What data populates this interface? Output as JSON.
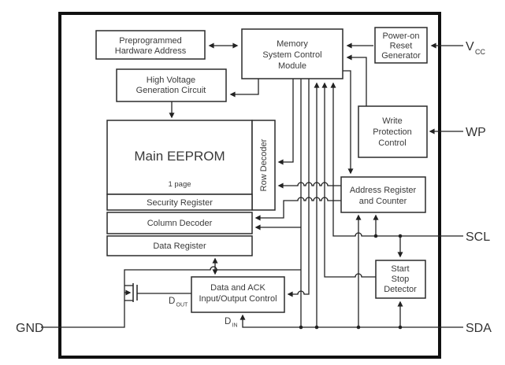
{
  "diagram": {
    "kind": "eeprom-functional-block-diagram",
    "colors": {
      "background": "#ffffff",
      "line": "#222222",
      "text": "#3a3a3a"
    },
    "blocks": {
      "pha": {
        "line1": "Preprogrammed",
        "line2": "Hardware Address"
      },
      "mscm": {
        "line1": "Memory",
        "line2": "System Control",
        "line3": "Module"
      },
      "prg": {
        "line1": "Power-on",
        "line2": "Reset",
        "line3": "Generator"
      },
      "hvgc": {
        "line1": "High Voltage",
        "line2": "Generation Circuit"
      },
      "wpc": {
        "line1": "Write",
        "line2": "Protection",
        "line3": "Control"
      },
      "arc": {
        "line1": "Address Register",
        "line2": "and Counter"
      },
      "ssd": {
        "line1": "Start",
        "line2": "Stop",
        "line3": "Detector"
      },
      "dac": {
        "line1": "Data and ACK",
        "line2": "Input/Output Control"
      },
      "eeprom": {
        "label": "Main EEPROM",
        "page_label": "1 page"
      },
      "row_decoder": {
        "label": "Row Decoder"
      },
      "security_register": {
        "label": "Security Register"
      },
      "column_decoder": {
        "label": "Column Decoder"
      },
      "data_register": {
        "label": "Data Register"
      }
    },
    "pins": {
      "vcc": {
        "main": "V",
        "sub": "CC"
      },
      "wp": {
        "label": "WP"
      },
      "scl": {
        "label": "SCL"
      },
      "sda": {
        "label": "SDA"
      },
      "gnd": {
        "label": "GND"
      },
      "dout": {
        "main": "D",
        "sub": "OUT"
      },
      "din": {
        "main": "D",
        "sub": "IN"
      }
    }
  }
}
